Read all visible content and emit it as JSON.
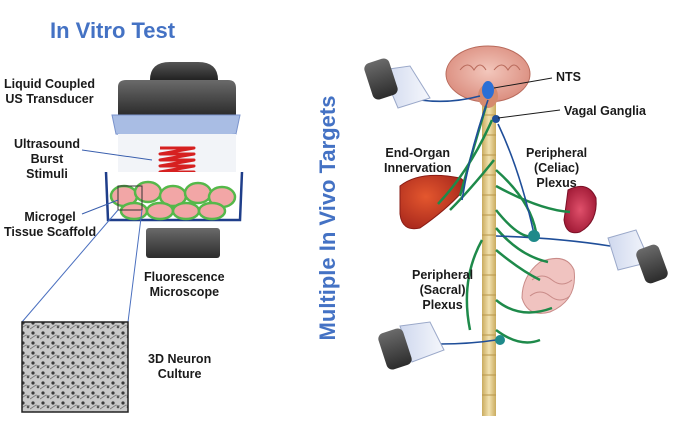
{
  "in_vitro": {
    "title": "In Vitro Test",
    "labels": {
      "transducer": "Liquid Coupled\nUS Transducer",
      "ultrasound": "Ultrasound\nBurst\nStimuli",
      "microgel": "Microgel\nTissue Scaffold",
      "microscope": "Fluorescence\nMicroscope",
      "neuron": "3D Neuron\nCulture"
    }
  },
  "in_vivo": {
    "title": "Multiple In Vivo Targets",
    "labels": {
      "nts": "NTS",
      "vagal": "Vagal Ganglia",
      "end_organ": "End-Organ\nInnervation",
      "celiac": "Peripheral\n(Celiac)\nPlexus",
      "sacral": "Peripheral\n(Sacral)\nPlexus"
    }
  },
  "colors": {
    "title": "#4472c4",
    "nerve_green": "#1e8a4a",
    "nerve_blue": "#1f4e99",
    "coil_red": "#d62020",
    "transducer_dark": "#3a3a3a",
    "spine": "#e0c88a"
  }
}
